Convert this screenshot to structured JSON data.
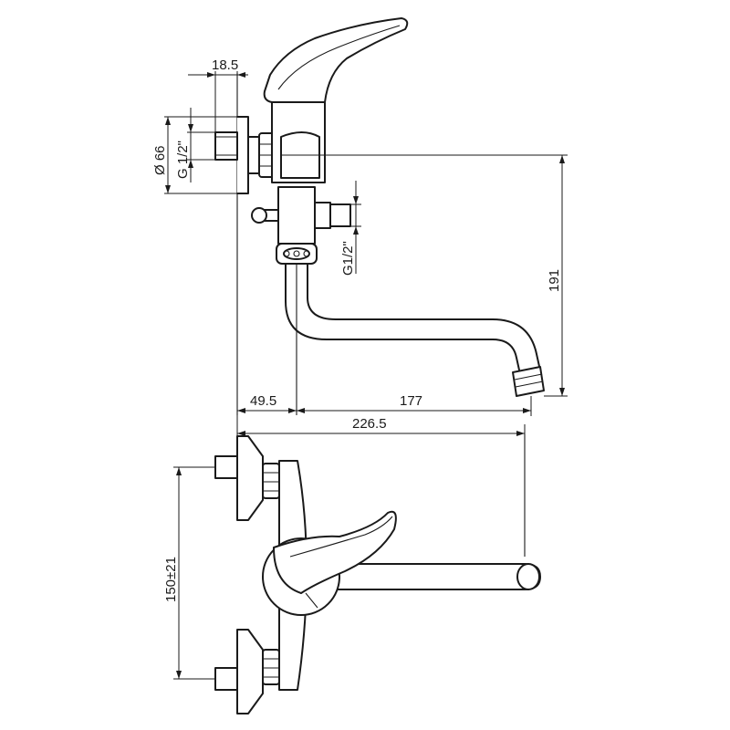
{
  "dimensions": {
    "eccentric_width": "18.5",
    "rosette_diameter": "Ø 66",
    "connection_thread": "G 1/2\"",
    "outlet_thread": "G1/2\"",
    "spout_height": "191",
    "wall_to_body": "49.5",
    "spout_reach": "177",
    "total_length": "226.5",
    "centre_distance": "150±21"
  },
  "colors": {
    "line": "#1a1a1a",
    "background": "#ffffff"
  }
}
